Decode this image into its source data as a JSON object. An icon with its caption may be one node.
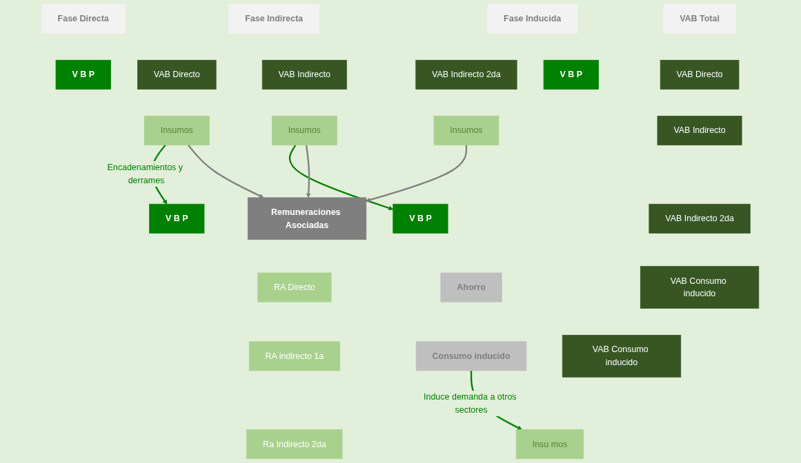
{
  "diagram": {
    "nodes": [
      {
        "text": [
          "Fase Directa"
        ]
      },
      {
        "text": [
          "Fase Indirecta"
        ]
      },
      {
        "text": [
          "Fase Inducida"
        ]
      },
      {
        "text": [
          "VAB Total"
        ]
      },
      {
        "text": [
          "V B P"
        ]
      },
      {
        "text": [
          "VAB Directo"
        ]
      },
      {
        "text": [
          "Insumos"
        ]
      },
      {
        "text": [
          "V B P"
        ]
      },
      {
        "text": [
          "VAB Indirecto"
        ]
      },
      {
        "text": [
          "Insumos"
        ]
      },
      {
        "text": [
          "V B P"
        ]
      },
      {
        "text": [
          "VAB Indirecto 2da"
        ]
      },
      {
        "text": [
          "Insumos"
        ]
      },
      {
        "text": [
          "V B P"
        ]
      },
      {
        "text": [
          "VAB Consumo inducido"
        ]
      },
      {
        "text": [
          "Insu mos"
        ]
      },
      {
        "text": [
          "VAB Directo"
        ]
      },
      {
        "text": [
          "VAB Indirecto"
        ]
      },
      {
        "text": [
          "VAB Indirecto 2da"
        ]
      },
      {
        "text": [
          "VAB Consumo inducido"
        ]
      },
      {
        "text": [
          "Remuneraciones Asociadas"
        ]
      },
      {
        "text": [
          "RA Directo"
        ]
      },
      {
        "text": [
          "RA indirecto 1a"
        ]
      },
      {
        "text": [
          "Ra Indirecto 2da"
        ]
      },
      {
        "text": [
          "Ahorro"
        ]
      },
      {
        "text": [
          "Consumo inducido"
        ]
      }
    ],
    "edges": [
      {
        "from": 6,
        "to": 7,
        "arrow": "to",
        "label": "Encadenamientos y derrames",
        "color": "#008000"
      },
      {
        "from": 9,
        "to": 10,
        "arrow": "to",
        "color": "#008000"
      },
      {
        "from": 6,
        "to": 20,
        "arrow": "to",
        "color": "#7f7f7f"
      },
      {
        "from": 9,
        "to": 20,
        "arrow": "to",
        "color": "#7f7f7f"
      },
      {
        "from": 12,
        "to": 20,
        "arrow": "to",
        "color": "#7f7f7f"
      },
      {
        "from": 25,
        "to": 15,
        "arrow": "to",
        "label": "Induce demanda a otros sectores",
        "color": "#008000"
      }
    ]
  }
}
